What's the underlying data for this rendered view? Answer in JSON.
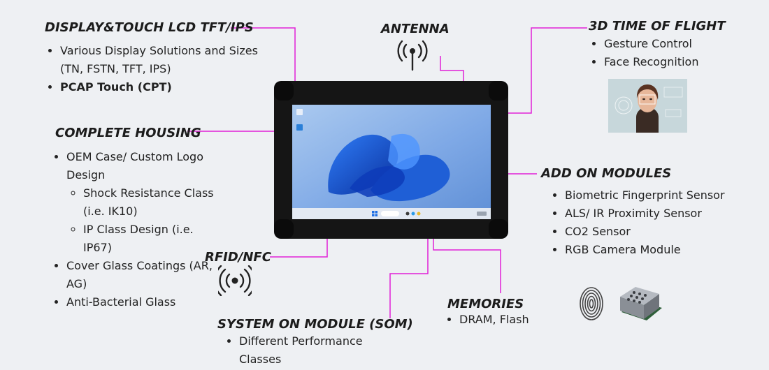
{
  "sections": {
    "display": {
      "title": "DISPLAY&TOUCH LCD TFT/IPS",
      "items": [
        "Various Display Solutions and Sizes (TN, FSTN, TFT, IPS)",
        "PCAP Touch (CPT)"
      ]
    },
    "antenna": {
      "title": "ANTENNA"
    },
    "tof": {
      "title": "3D TIME OF FLIGHT",
      "items": [
        "Gesture Control",
        "Face Recognition"
      ]
    },
    "housing": {
      "title": "COMPLETE HOUSING",
      "items": [
        "OEM Case/ Custom Logo Design",
        "Shock Resistance Class (i.e. IK10)",
        "IP Class Design (i.e. IP67)",
        "Cover Glass Coatings (AR, AG)",
        "Anti-Bacterial Glass"
      ]
    },
    "addon": {
      "title": "ADD ON MODULES",
      "items": [
        "Biometric Fingerprint Sensor",
        "ALS/ IR Proximity Sensor",
        "CO2 Sensor",
        "RGB Camera Module"
      ]
    },
    "rfid": {
      "title": "RFID/NFC"
    },
    "memories": {
      "title": "MEMORIES",
      "items": [
        "DRAM, Flash"
      ]
    },
    "som": {
      "title": "SYSTEM ON MODULE (SOM)",
      "items": [
        "Different Performance Classes"
      ]
    }
  },
  "colors": {
    "leader": "#e020d8",
    "dot": "#ff2fe9",
    "bezel": "#151515",
    "wallpaper": "#1f5fd6",
    "text": "#1f1f1f"
  },
  "icons": [
    "antenna-icon",
    "rfid-icon",
    "face-scan-image",
    "fingerprint-icon",
    "camera-module-icon",
    "windows-logo-icon"
  ]
}
